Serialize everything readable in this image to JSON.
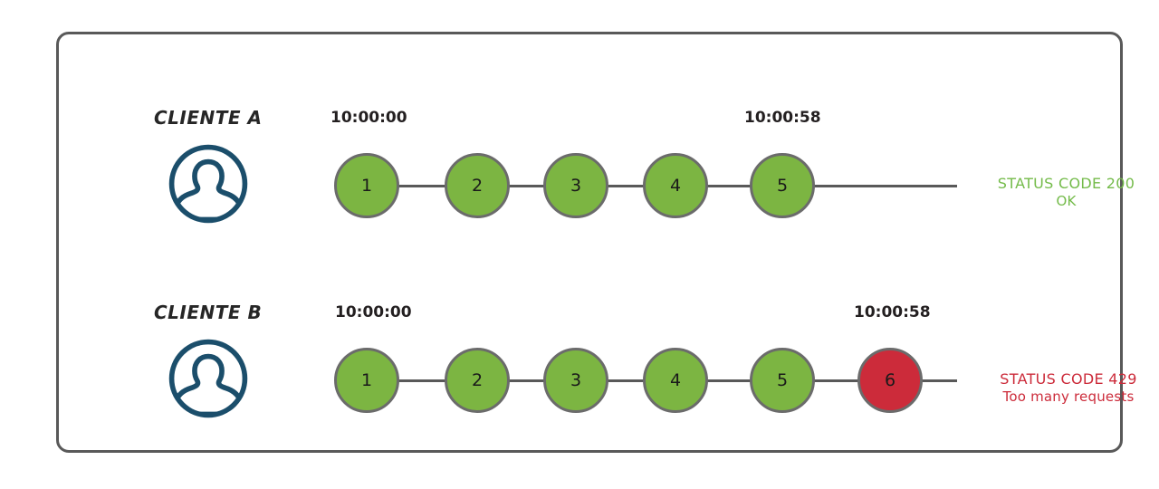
{
  "diagram": {
    "title_colors": {
      "ok_green": "#74BB4A",
      "error_red": "#CC2B3A",
      "node_green": "#7CB542",
      "node_red": "#CC2B3A",
      "frame_gray": "#595959",
      "avatar_blue": "#1B4E6B"
    },
    "rows": [
      {
        "client_label": "CLIENTE A",
        "avatar_icon": "user-circle-icon",
        "start_time": "10:00:00",
        "end_time": "10:00:58",
        "requests": [
          {
            "num": "1",
            "state": "ok"
          },
          {
            "num": "2",
            "state": "ok"
          },
          {
            "num": "3",
            "state": "ok"
          },
          {
            "num": "4",
            "state": "ok"
          },
          {
            "num": "5",
            "state": "ok"
          }
        ],
        "status_line1": "STATUS CODE 200",
        "status_line2": "OK",
        "status_state": "ok"
      },
      {
        "client_label": "CLIENTE B",
        "avatar_icon": "user-circle-icon",
        "start_time": "10:00:00",
        "end_time": "10:00:58",
        "requests": [
          {
            "num": "1",
            "state": "ok"
          },
          {
            "num": "2",
            "state": "ok"
          },
          {
            "num": "3",
            "state": "ok"
          },
          {
            "num": "4",
            "state": "ok"
          },
          {
            "num": "5",
            "state": "ok"
          },
          {
            "num": "6",
            "state": "error"
          }
        ],
        "status_line1": "STATUS CODE 429",
        "status_line2": "Too many requests",
        "status_state": "error"
      }
    ]
  }
}
